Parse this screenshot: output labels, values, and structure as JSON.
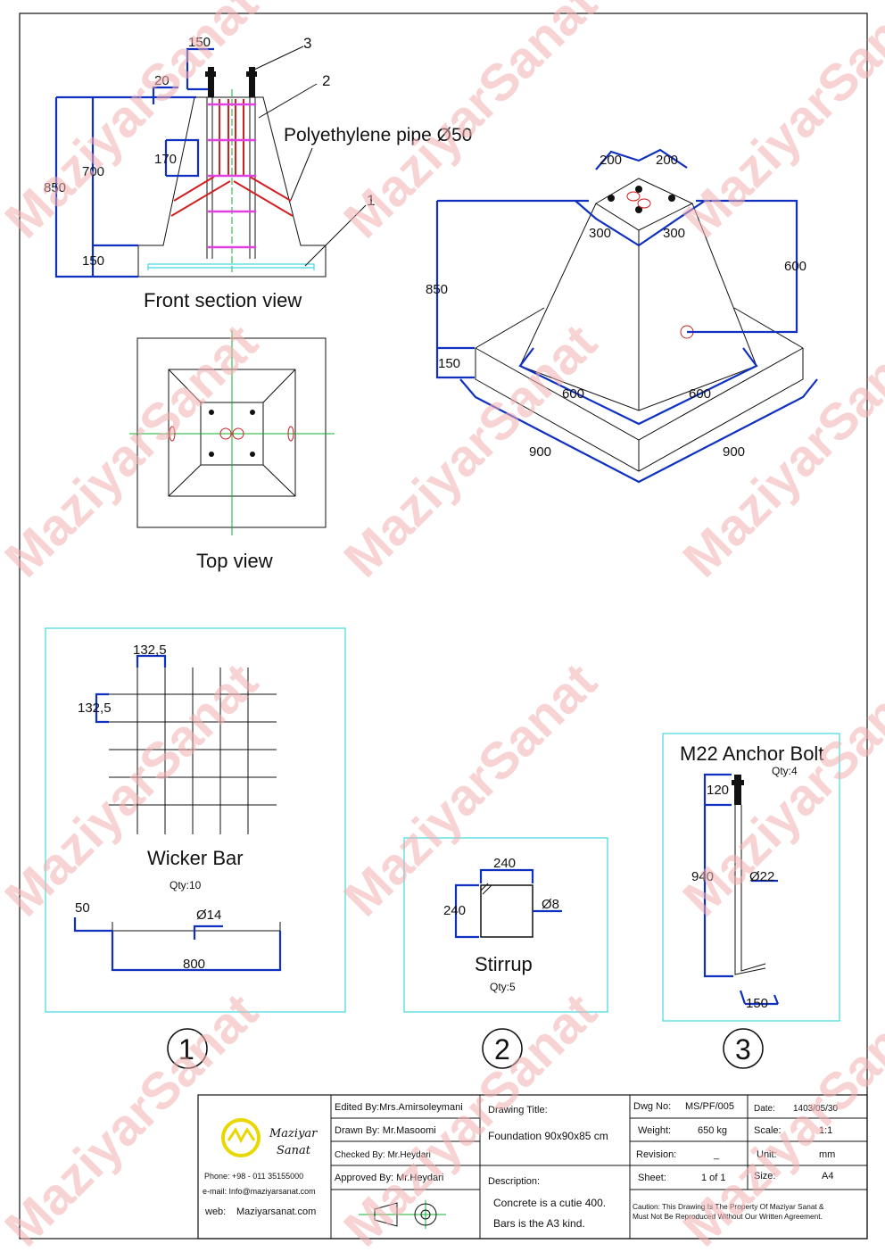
{
  "watermark": "MaziyarSanat",
  "front_view": {
    "title": "Front section view",
    "pipe_label": "Polyethylene pipe Ø50",
    "callouts": [
      "1",
      "2",
      "3"
    ],
    "dims": {
      "top_width": "150",
      "offset": "20",
      "total_height": "850",
      "pedestal_height": "700",
      "spacing": "170",
      "base_height": "150"
    }
  },
  "top_view": {
    "title": "Top view"
  },
  "iso_view": {
    "dims": {
      "bolt_left": "200",
      "bolt_right": "200",
      "top_left": "300",
      "top_right": "300",
      "height": "850",
      "pedestal_height": "600",
      "base_height": "150",
      "ped_base_left": "600",
      "ped_base_right": "600",
      "base_left": "900",
      "base_right": "900"
    }
  },
  "wicker_bar": {
    "title": "Wicker Bar",
    "qty": "Qty:10",
    "spacing_h": "132,5",
    "spacing_v": "132,5",
    "hook": "50",
    "diameter": "Ø14",
    "length": "800",
    "number": "1"
  },
  "stirrup": {
    "title": "Stirrup",
    "qty": "Qty:5",
    "width": "240",
    "height": "240",
    "diameter": "Ø8",
    "number": "2"
  },
  "anchor_bolt": {
    "title": "M22 Anchor Bolt",
    "qty": "Qty:4",
    "thread": "120",
    "length": "940",
    "diameter": "Ø22",
    "hook": "150",
    "number": "3"
  },
  "title_block": {
    "company_line1": "Maziyar",
    "company_line2": "Sanat",
    "phone": "Phone: +98 - 011 35155000",
    "email": "e-mail:  Info@maziyarsanat.com",
    "web_label": "web:",
    "web": "Maziyarsanat.com",
    "edited_by": "Edited By:Mrs.Amirsoleymani",
    "drawn_by": "Drawn By:  Mr.Masoomi",
    "checked_by": "Checked By:  Mr.Heydari",
    "approved_by": "Approved By:  Mr.Heydari",
    "drawing_title_label": "Drawing Title:",
    "drawing_title": "Foundation 90x90x85 cm",
    "description_label": "Description:",
    "description_1": "Concrete is a cutie 400.",
    "description_2": "Bars is the A3 kind.",
    "dwg_no_label": "Dwg No:",
    "dwg_no": "MS/PF/005",
    "weight_label": "Weight:",
    "weight": "650 kg",
    "revision_label": "Revision:",
    "revision": "_",
    "sheet_label": "Sheet:",
    "sheet": "1 of 1",
    "date_label": "Date:",
    "date": "1403/05/30",
    "scale_label": "Scale:",
    "scale": "1:1",
    "unit_label": "Unit:",
    "unit": "mm",
    "size_label": "Size:",
    "size": "A4",
    "caution_1": "Caution: This Drawing Is The Property Of Maziyar Sanat &",
    "caution_2": "Must Not Be Reproduced Without Our Written Agreement."
  }
}
